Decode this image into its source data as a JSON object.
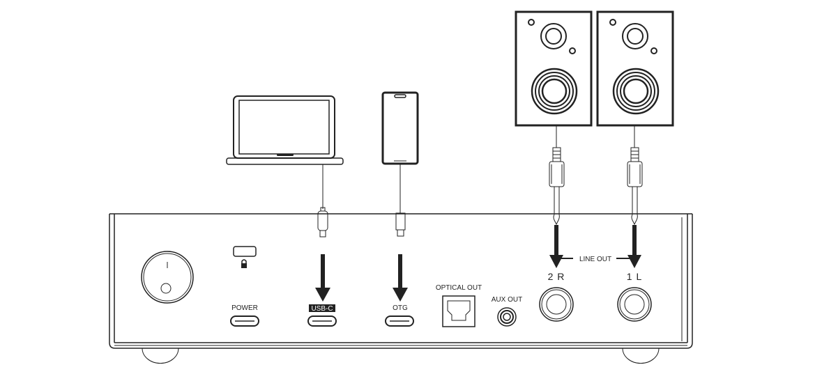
{
  "diagram": {
    "title": "Device rear panel connection diagram",
    "devices": {
      "laptop": "Laptop",
      "phone": "Smartphone",
      "speaker_left": "Speaker (left)",
      "speaker_right": "Speaker (right)"
    },
    "panel_labels": {
      "power": "POWER",
      "usb_c": "USB-C",
      "otg": "OTG",
      "optical_out": "OPTICAL OUT",
      "aux_out": "AUX OUT",
      "line_out": "LINE OUT",
      "ch_2r": "2 R",
      "ch_1l": "1 L"
    },
    "colors": {
      "stroke": "#222222",
      "background": "#ffffff",
      "label_inverse_bg": "#222222"
    }
  }
}
